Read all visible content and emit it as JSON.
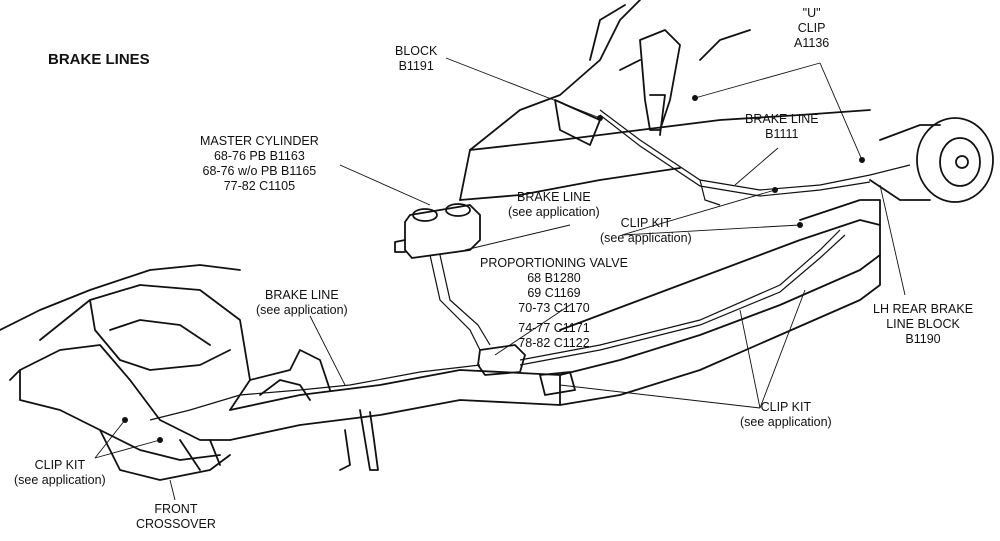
{
  "title": "BRAKE LINES",
  "labels": {
    "block": {
      "l1": "BLOCK",
      "l2": "B1191"
    },
    "u_clip": {
      "l1": "\"U\"",
      "l2": "CLIP",
      "l3": "A1136"
    },
    "master_cylinder": {
      "l1": "MASTER CYLINDER",
      "l2": "68-76 PB  B1163",
      "l3": "68-76 w/o PB  B1165",
      "l4": "77-82  C1105"
    },
    "brake_line_b1111": {
      "l1": "BRAKE LINE",
      "l2": "B1111"
    },
    "brake_line_app_top": {
      "l1": "BRAKE LINE",
      "l2": "(see application)"
    },
    "clip_kit_top": {
      "l1": "CLIP KIT",
      "l2": "(see application)"
    },
    "proportioning_valve": {
      "l1": "PROPORTIONING VALVE",
      "l2": "68  B1280",
      "l3": "69  C1169",
      "l4": "70-73  C1170",
      "l5": "74-77  C1171",
      "l6": "78-82  C1122"
    },
    "brake_line_app_left": {
      "l1": "BRAKE LINE",
      "l2": "(see application)"
    },
    "lh_rear_block": {
      "l1": "LH REAR BRAKE",
      "l2": "LINE BLOCK",
      "l3": "B1190"
    },
    "clip_kit_right": {
      "l1": "CLIP KIT",
      "l2": "(see application)"
    },
    "clip_kit_left": {
      "l1": "CLIP KIT",
      "l2": "(see application)"
    },
    "front_crossover": {
      "l1": "FRONT",
      "l2": "CROSSOVER"
    }
  }
}
